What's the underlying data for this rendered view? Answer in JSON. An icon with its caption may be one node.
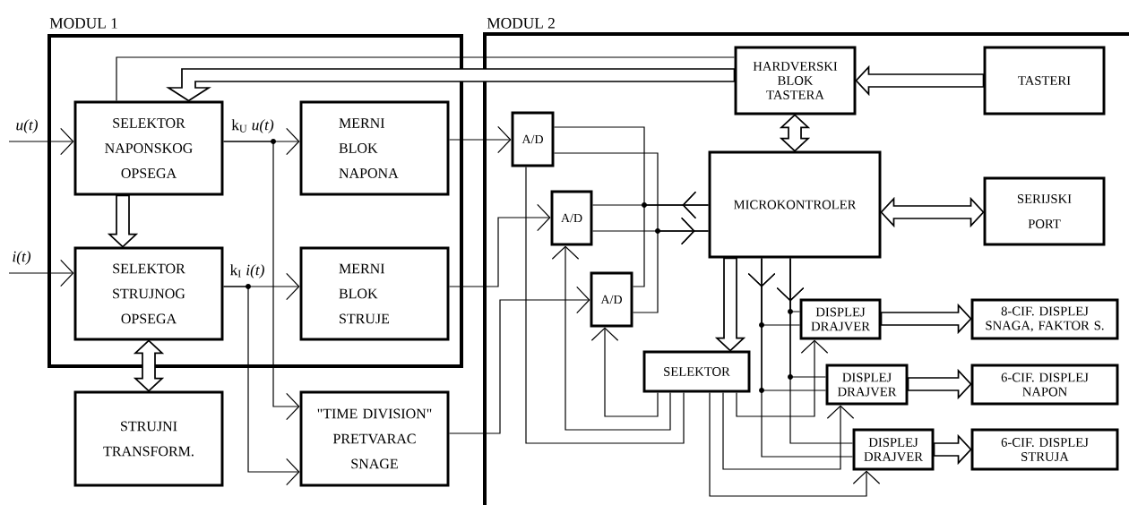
{
  "diagram": {
    "nodes": [
      {
        "text": [
          "MODUL 1"
        ]
      },
      {
        "text": [
          "MODUL 2"
        ]
      },
      {
        "text": [
          "SELEKTOR NAPONSKOG OPSEGA"
        ],
        "in": 0
      },
      {
        "text": [
          "MERNI BLOK NAPONA"
        ],
        "in": 0
      },
      {
        "text": [
          "SELEKTOR STRUJNOG OPSEGA"
        ],
        "in": 0
      },
      {
        "text": [
          "MERNI BLOK STRUJE"
        ],
        "in": 0
      },
      {
        "text": [
          "STRUJNI TRANSFORM."
        ]
      },
      {
        "text": [
          "\"TIME DIVISION\" PRETVARAC SNAGE"
        ]
      },
      {
        "text": [
          "HARDVERSKI BLOK TASTERA"
        ],
        "in": 1
      },
      {
        "text": [
          "TASTERI"
        ],
        "in": 1
      },
      {
        "text": [
          "A/D"
        ],
        "in": 1
      },
      {
        "text": [
          "A/D"
        ],
        "in": 1
      },
      {
        "text": [
          "A/D"
        ],
        "in": 1
      },
      {
        "text": [
          "MICROKONTROLER"
        ],
        "in": 1
      },
      {
        "text": [
          "SERIJSKI PORT"
        ],
        "in": 1
      },
      {
        "text": [
          "SELEKTOR"
        ],
        "in": 1
      },
      {
        "text": [
          "DISPLEJ DRAJVER"
        ],
        "in": 1
      },
      {
        "text": [
          "8-CIF. DISPLEJ SNAGA, FAKTOR S."
        ],
        "in": 1
      },
      {
        "text": [
          "DISPLEJ DRAJVER"
        ],
        "in": 1
      },
      {
        "text": [
          "6-CIF. DISPLEJ NAPON"
        ],
        "in": 1
      },
      {
        "text": [
          "DISPLEJ DRAJVER"
        ],
        "in": 1
      },
      {
        "text": [
          "6-CIF. DISPLEJ STRUJA"
        ],
        "in": 1
      }
    ],
    "edges": [
      {
        "from": null,
        "to": 2,
        "arrow": "to",
        "label": "u(t)"
      },
      {
        "from": null,
        "to": 4,
        "arrow": "to",
        "label": "i(t)"
      },
      {
        "from": 2,
        "to": 3,
        "arrow": "to",
        "label": "k$_{U}$ *u(t)*"
      },
      {
        "from": 4,
        "to": 5,
        "arrow": "to",
        "label": "k$_{I}$ *i(t)*"
      },
      {
        "from": 2,
        "to": 7,
        "arrow": "to"
      },
      {
        "from": 4,
        "to": 7,
        "arrow": "to"
      },
      {
        "from": 2,
        "to": 4,
        "arrow": "to",
        "style": "thick"
      },
      {
        "from": 4,
        "to": 6,
        "arrow": "both",
        "style": "thick"
      },
      {
        "from": 8,
        "to": 2,
        "arrow": "none"
      },
      {
        "from": 8,
        "to": 2,
        "arrow": "to",
        "style": "thick"
      },
      {
        "from": 9,
        "to": 8,
        "arrow": "to",
        "style": "thick"
      },
      {
        "from": 8,
        "to": 13,
        "arrow": "both",
        "style": "thick"
      },
      {
        "from": 13,
        "to": 14,
        "arrow": "both",
        "style": "thick"
      },
      {
        "from": 3,
        "to": 10,
        "arrow": "to"
      },
      {
        "from": 5,
        "to": 11,
        "arrow": "to"
      },
      {
        "from": 7,
        "to": 12,
        "arrow": "to"
      },
      {
        "from": 13,
        "to": 10,
        "arrow": "to"
      },
      {
        "from": 13,
        "to": 11,
        "arrow": "to"
      },
      {
        "from": 13,
        "to": 12,
        "arrow": "to"
      },
      {
        "from": 10,
        "to": 13,
        "arrow": "to"
      },
      {
        "from": 11,
        "to": 13,
        "arrow": "to"
      },
      {
        "from": 12,
        "to": 13,
        "arrow": "to"
      },
      {
        "from": 15,
        "to": 10,
        "arrow": "none"
      },
      {
        "from": 15,
        "to": 11,
        "arrow": "to"
      },
      {
        "from": 15,
        "to": 12,
        "arrow": "to"
      },
      {
        "from": 13,
        "to": 15,
        "arrow": "to",
        "style": "thick"
      },
      {
        "from": 13,
        "to": 16,
        "arrow": "to"
      },
      {
        "from": 13,
        "to": 18,
        "arrow": "to"
      },
      {
        "from": 13,
        "to": 20,
        "arrow": "to"
      },
      {
        "from": 13,
        "to": 16,
        "arrow": "to"
      },
      {
        "from": 13,
        "to": 18,
        "arrow": "to"
      },
      {
        "from": 13,
        "to": 20,
        "arrow": "to"
      },
      {
        "from": 15,
        "to": 16,
        "arrow": "to"
      },
      {
        "from": 15,
        "to": 18,
        "arrow": "to"
      },
      {
        "from": 15,
        "to": 20,
        "arrow": "to"
      },
      {
        "from": 16,
        "to": 17,
        "arrow": "to",
        "style": "thick"
      },
      {
        "from": 18,
        "to": 19,
        "arrow": "to",
        "style": "thick"
      },
      {
        "from": 20,
        "to": 21,
        "arrow": "to",
        "style": "thick"
      }
    ]
  }
}
